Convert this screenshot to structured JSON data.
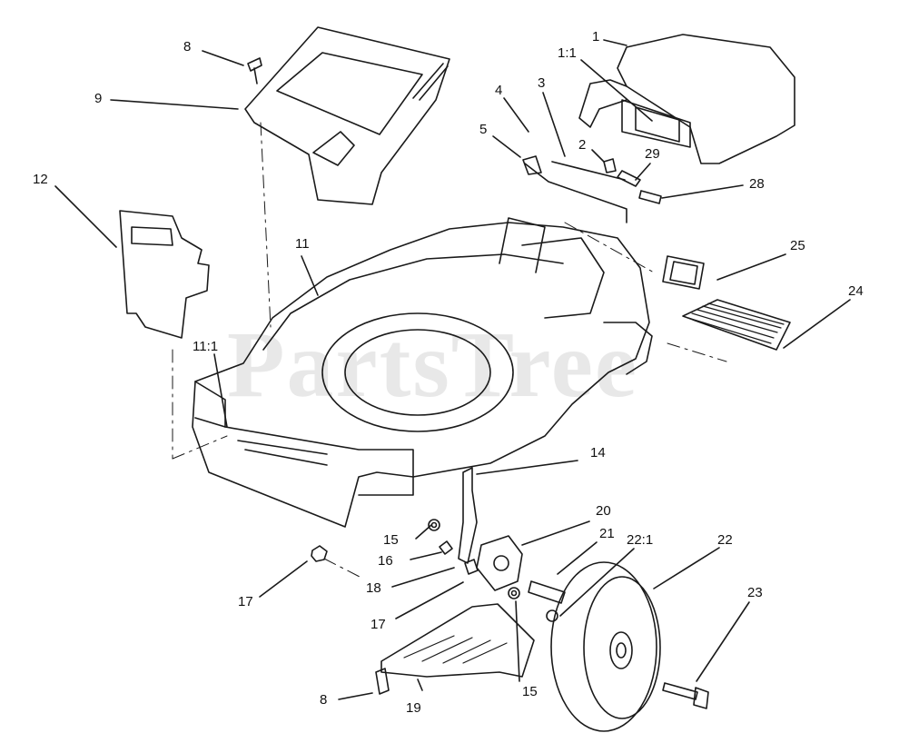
{
  "watermark": "PartsTree",
  "callouts": {
    "c1": "1",
    "c1_1": "1:1",
    "c2": "2",
    "c3": "3",
    "c4": "4",
    "c5": "5",
    "c8_top": "8",
    "c9": "9",
    "c11": "11",
    "c11_1": "11:1",
    "c12": "12",
    "c14": "14",
    "c15_upper": "15",
    "c15_lower": "15",
    "c16": "16",
    "c17_left": "17",
    "c17_mid": "17",
    "c18": "18",
    "c19": "19",
    "c20": "20",
    "c21": "21",
    "c22": "22",
    "c22_1": "22:1",
    "c23": "23",
    "c24": "24",
    "c25": "25",
    "c28": "28",
    "c29": "29",
    "c8_bottom": "8"
  }
}
